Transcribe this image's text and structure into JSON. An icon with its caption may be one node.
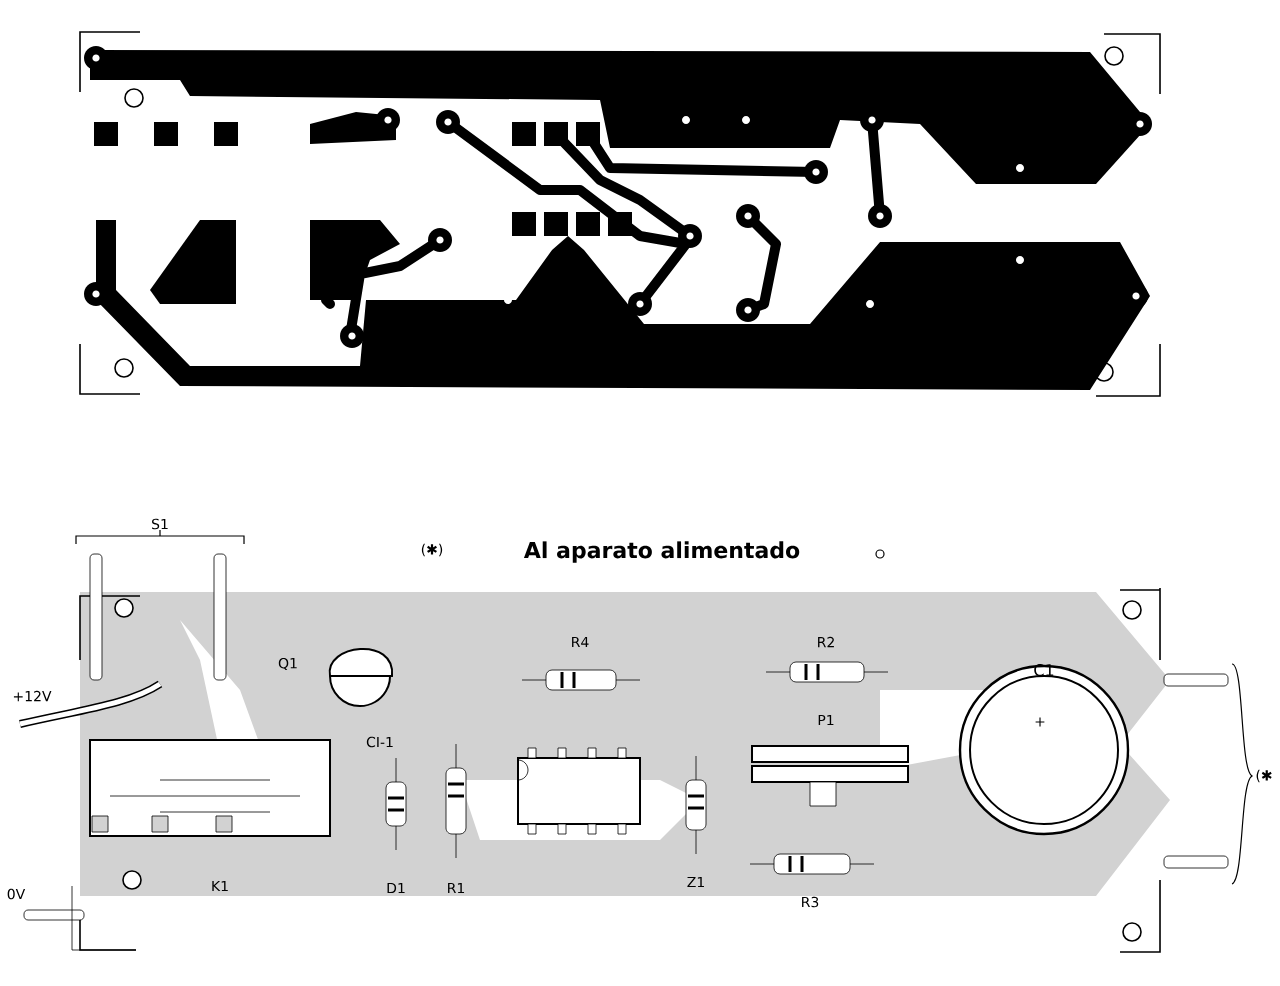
{
  "diagram": {
    "labels": [
      "S1",
      "(✱)",
      "Al aparato alimentado",
      "+12V",
      "Q1",
      "R4",
      "R2",
      "P1",
      "C1",
      "+",
      "CI-1",
      "(✱",
      "0V",
      "K1",
      "D1",
      "R1",
      "Z1",
      "R3"
    ]
  }
}
